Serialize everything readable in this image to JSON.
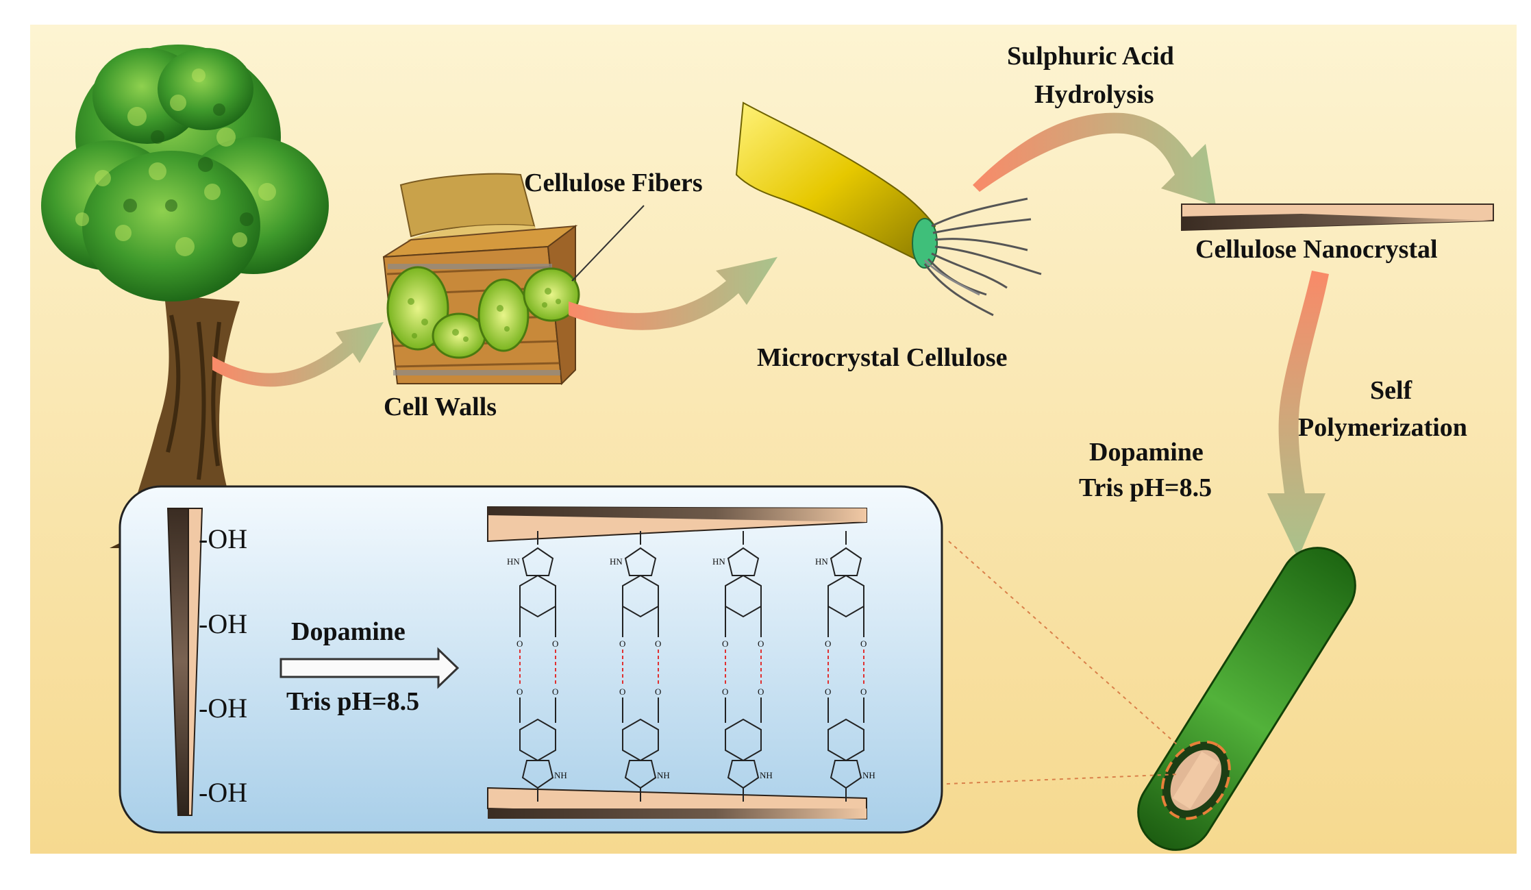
{
  "colors": {
    "background_top": "#fdf4d2",
    "background_bottom": "#f6d98f",
    "arrow_start": "#f98a68",
    "arrow_end": "#a8c38c",
    "inset_top": "#f4fafe",
    "inset_bottom": "#a9cfe9",
    "capsule": "#2f8a1f",
    "bond_dash": "#e03030"
  },
  "labels": {
    "cellulose_fibers": "Cellulose Fibers",
    "cell_walls": "Cell Walls",
    "microcrystal_cellulose": "Microcrystal Cellulose",
    "sulphuric_acid": "Sulphuric Acid",
    "hydrolysis": "Hydrolysis",
    "cellulose_nanocrystal": "Cellulose Nanocrystal",
    "self": "Self",
    "polymerization": "Polymerization",
    "dopamine": "Dopamine",
    "tris": "Tris pH=8.5"
  },
  "inset": {
    "oh_groups": [
      "-OH",
      "-OH",
      "-OH",
      "-OH"
    ],
    "reaction_label": "Dopamine",
    "reaction_condition": "Tris pH=8.5",
    "hn_label": "HN",
    "nh_label": "NH",
    "o_label": "O"
  }
}
